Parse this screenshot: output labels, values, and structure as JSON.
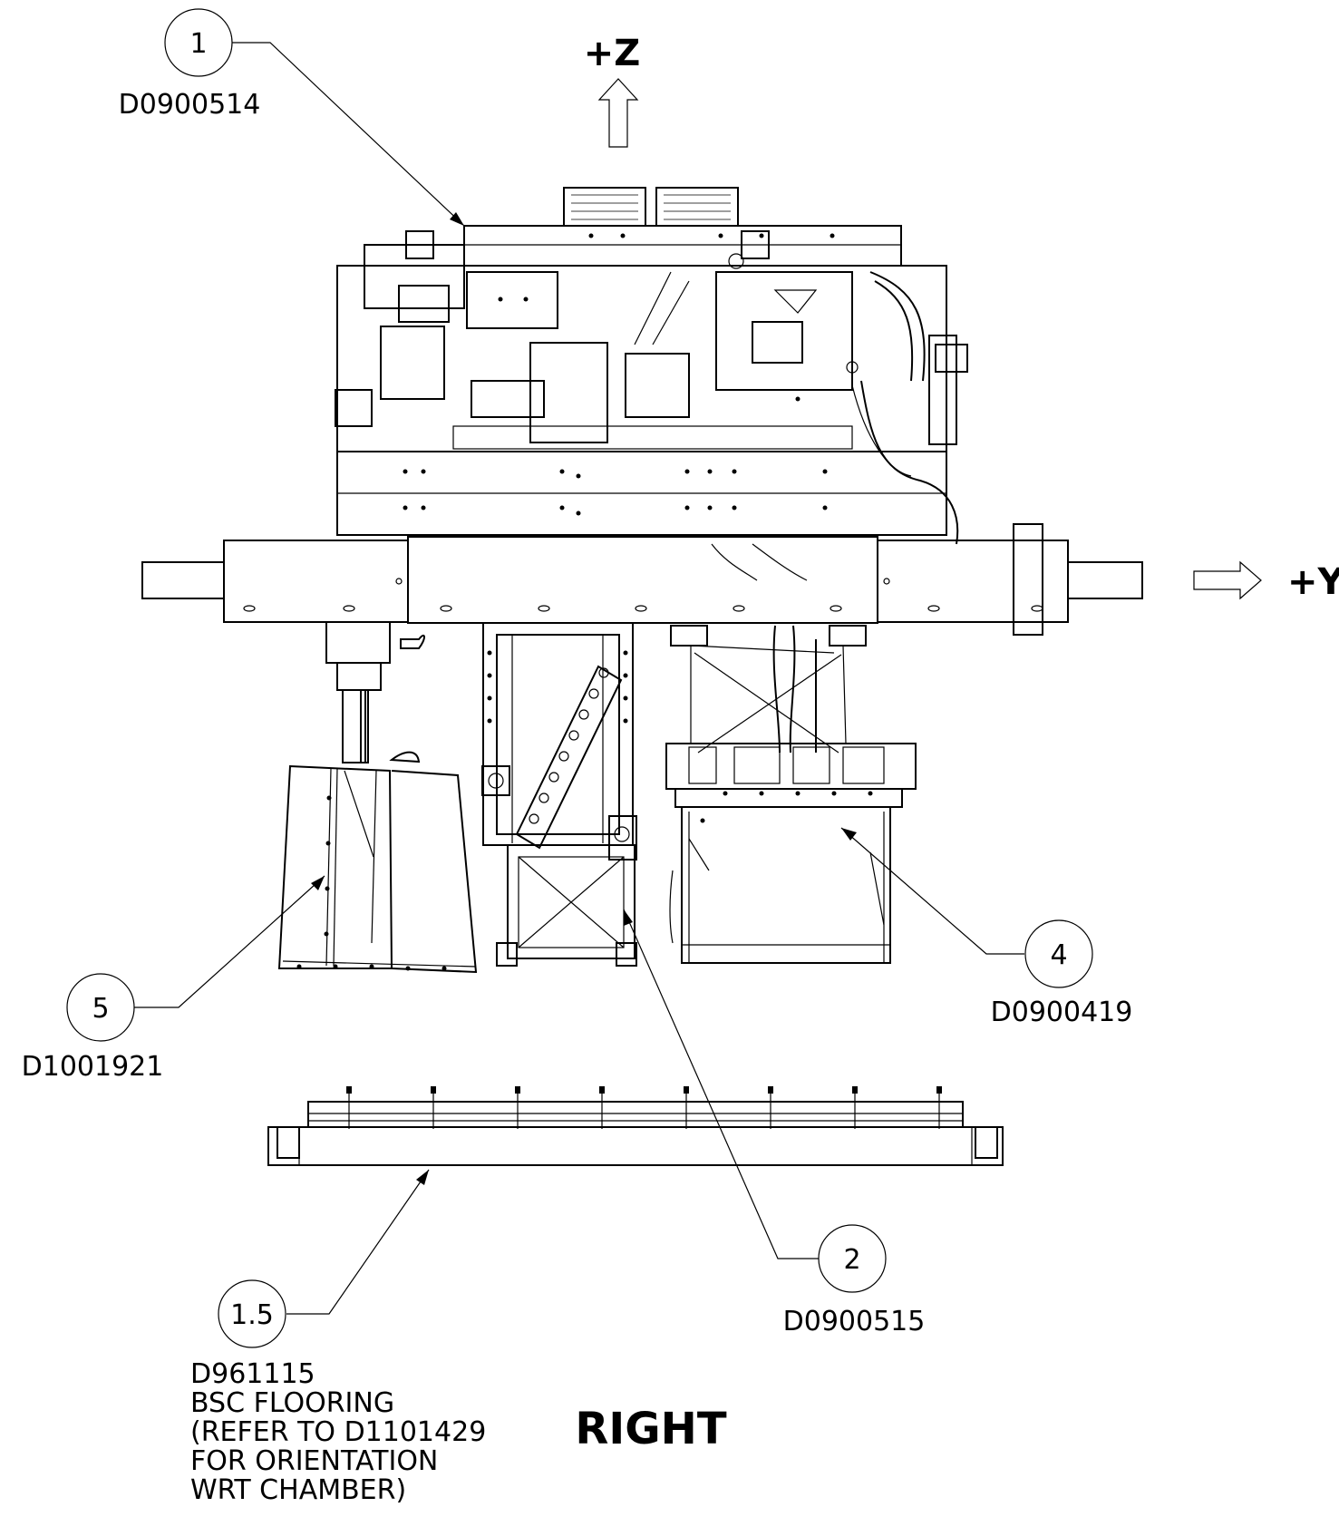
{
  "axes": {
    "z_label": "+Z",
    "y_label": "+Y"
  },
  "view_label": "RIGHT",
  "callouts": [
    {
      "id": "1",
      "part": "D0900514"
    },
    {
      "id": "2",
      "part": "D0900515"
    },
    {
      "id": "4",
      "part": "D0900419"
    },
    {
      "id": "5",
      "part": "D1001921"
    },
    {
      "id": "1.5",
      "part": "D961115"
    }
  ],
  "note_lines": [
    "BSC FLOORING",
    "(REFER TO D1101429",
    "FOR ORIENTATION",
    "WRT CHAMBER)"
  ]
}
